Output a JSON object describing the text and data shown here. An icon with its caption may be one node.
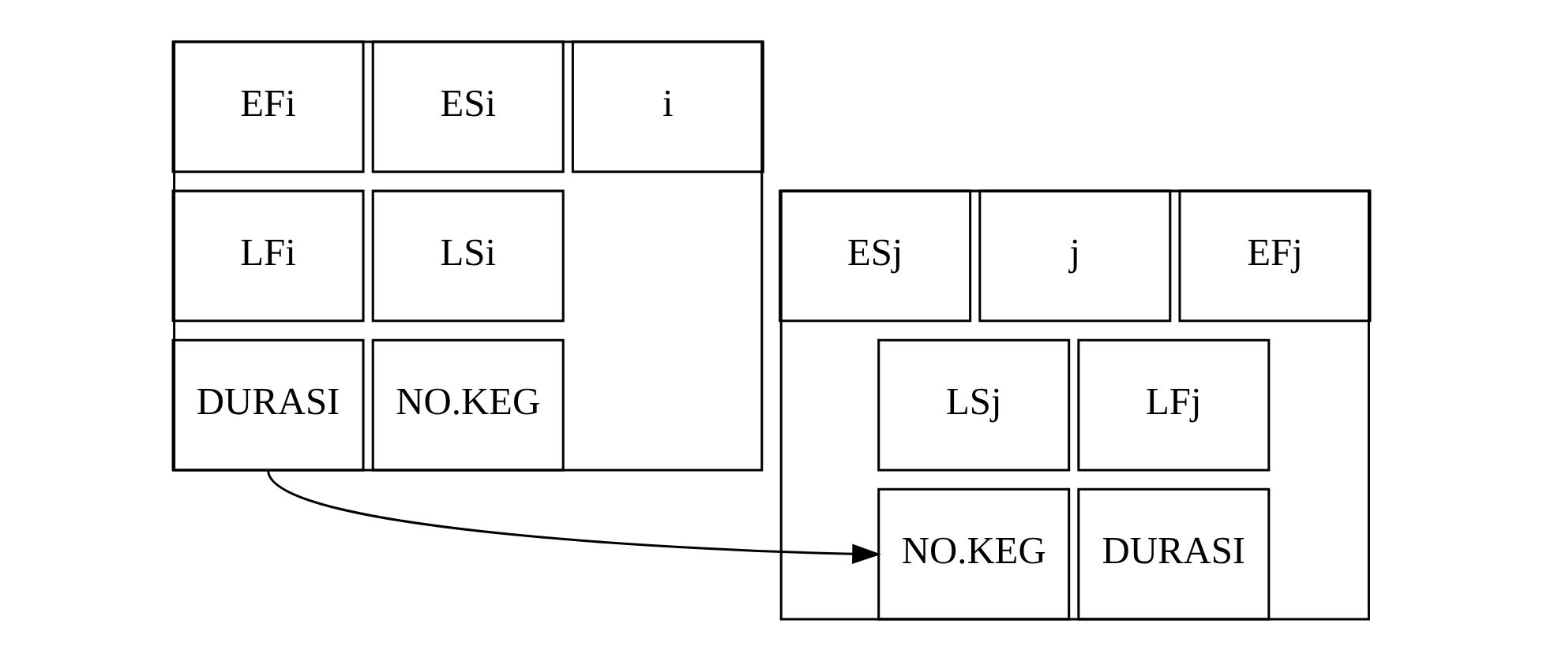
{
  "diagram": {
    "nodes": [
      {
        "text": [],
        "shape": "box"
      },
      {
        "text": [
          "ESi"
        ],
        "in": 0
      },
      {
        "text": [
          "i"
        ],
        "in": 0
      },
      {
        "text": [
          "EFi"
        ],
        "in": 0
      },
      {
        "text": [
          "LSi"
        ],
        "in": 0
      },
      {
        "text": [
          "LFi"
        ],
        "in": 0
      },
      {
        "text": [
          "NO.KEG"
        ],
        "in": 0
      },
      {
        "text": [
          "DURASI"
        ],
        "in": 0
      },
      {
        "text": [],
        "shape": "box"
      },
      {
        "text": [
          "ESj"
        ],
        "in": 8
      },
      {
        "text": [
          "j"
        ],
        "in": 8
      },
      {
        "text": [
          "EFj"
        ],
        "in": 8
      },
      {
        "text": [
          "LSj"
        ],
        "in": 8
      },
      {
        "text": [
          "LFj"
        ],
        "in": 8
      },
      {
        "text": [
          "NO.KEG"
        ],
        "in": 8
      },
      {
        "text": [
          "DURASI"
        ],
        "in": 8
      }
    ],
    "edges": [
      {
        "from": 7,
        "to": 14,
        "arrow": "to"
      }
    ]
  }
}
